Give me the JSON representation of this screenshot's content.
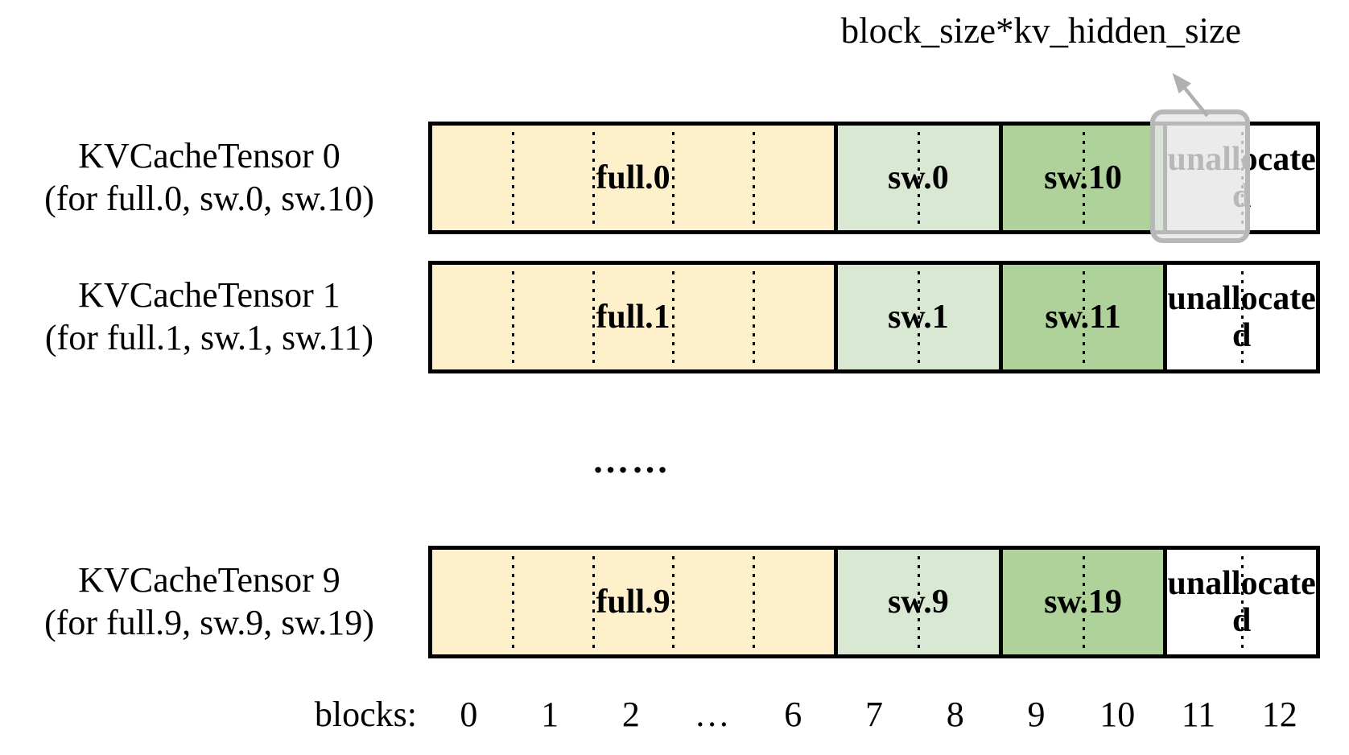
{
  "annotation": {
    "text": "block_size*kv_hidden_size"
  },
  "rows": [
    {
      "title": "KVCacheTensor 0",
      "subtitle": "(for full.0, sw.0, sw.10)",
      "segments": [
        {
          "label": "full.0"
        },
        {
          "label": "sw.0"
        },
        {
          "label": "sw.10"
        },
        {
          "label": "unallocated"
        }
      ]
    },
    {
      "title": "KVCacheTensor 1",
      "subtitle": "(for full.1, sw.1, sw.11)",
      "segments": [
        {
          "label": "full.1"
        },
        {
          "label": "sw.1"
        },
        {
          "label": "sw.11"
        },
        {
          "label": "unallocated"
        }
      ]
    },
    {
      "title": "KVCacheTensor 9",
      "subtitle": "(for full.9, sw.9, sw.19)",
      "segments": [
        {
          "label": "full.9"
        },
        {
          "label": "sw.9"
        },
        {
          "label": "sw.19"
        },
        {
          "label": "unallocated"
        }
      ]
    }
  ],
  "separator": {
    "text": "……"
  },
  "axis": {
    "label": "blocks:",
    "ticks": [
      "0",
      "1",
      "2",
      "…",
      "6",
      "7",
      "8",
      "9",
      "10",
      "11",
      "12"
    ]
  },
  "colors": {
    "full_segment": "#FDF0CB",
    "sw_early_segment": "#D9E8D2",
    "sw_late_segment": "#AFD29A",
    "unallocated_segment": "#FFFFFF",
    "highlight_fill": "#E6E6E6",
    "highlight_border": "#B7B7B7",
    "arrow": "#B0B0B0"
  }
}
